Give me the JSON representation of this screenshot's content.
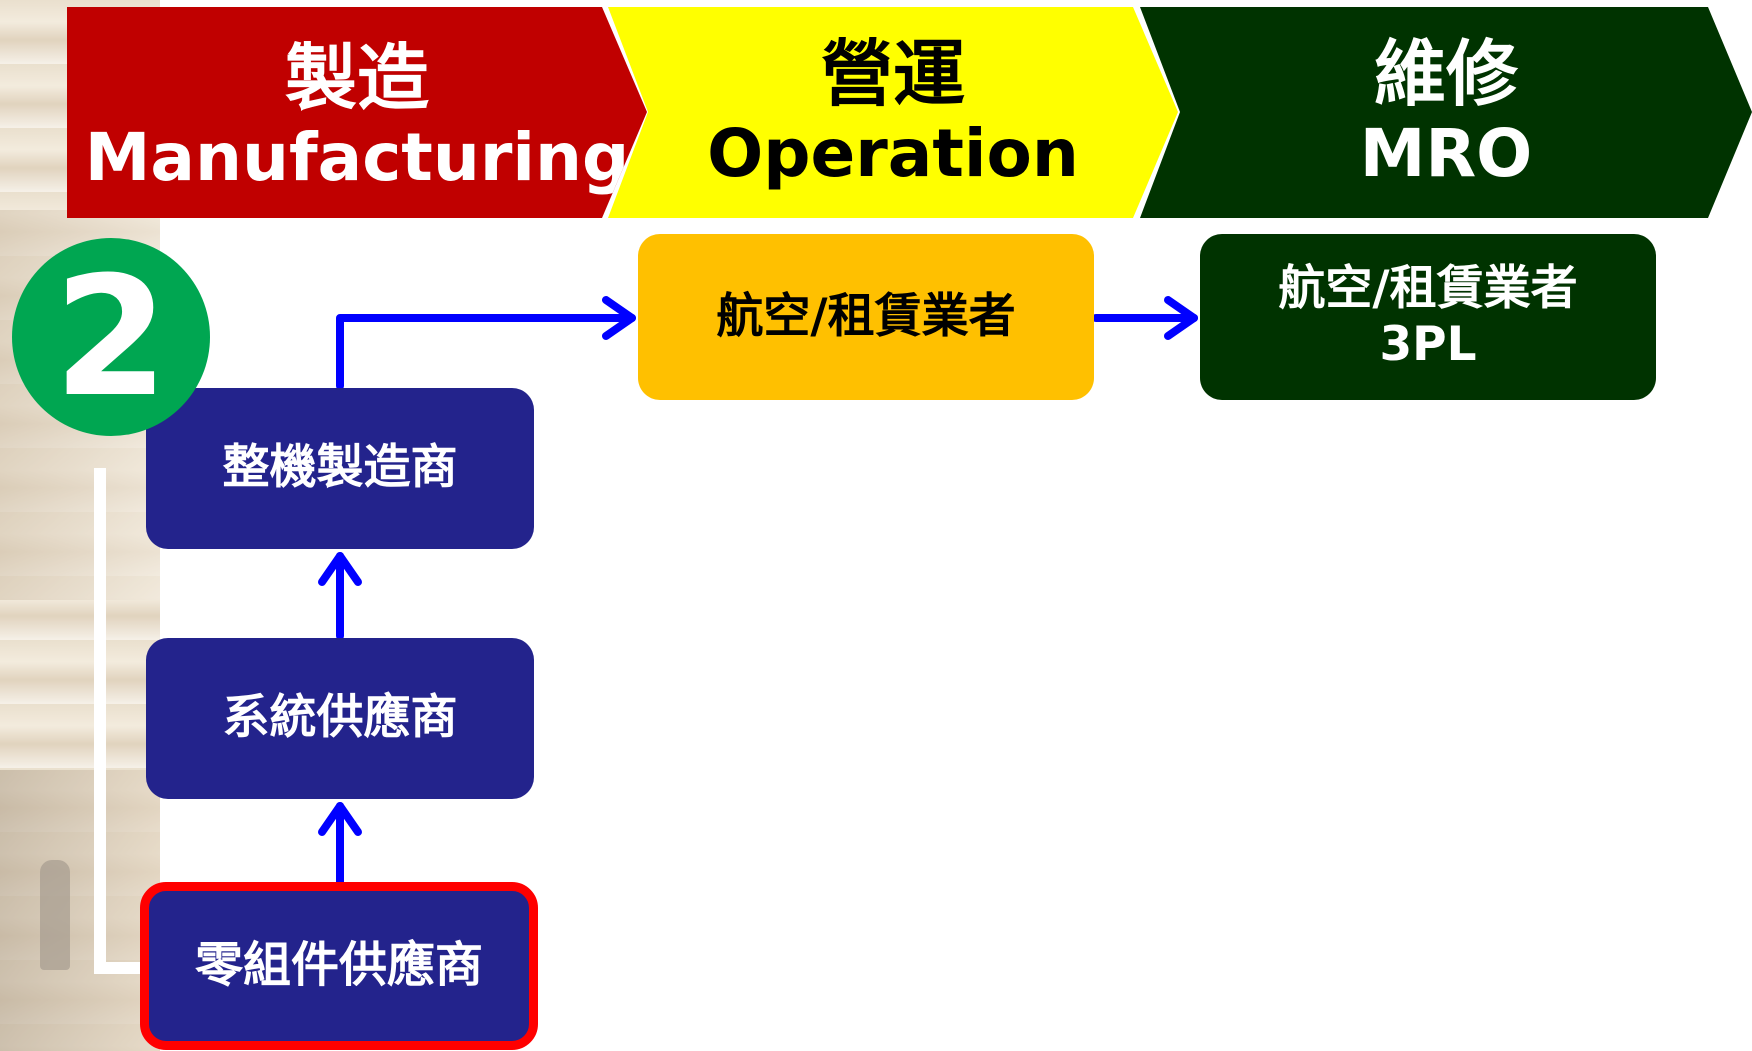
{
  "header": {
    "phases": [
      {
        "zh": "製造",
        "en": "Manufacturing",
        "color": "#c00000"
      },
      {
        "zh": "營運",
        "en": "Operation",
        "color": "#ffff00"
      },
      {
        "zh": "維修",
        "en": "MRO",
        "color": "#003300"
      }
    ]
  },
  "badge": {
    "number": "2",
    "color": "#00a651"
  },
  "nodes": {
    "oem": "整機製造商",
    "system_supplier": "系統供應商",
    "parts_supplier": "零組件供應商",
    "operator": "航空/租賃業者",
    "mro_line1": "航空/租賃業者",
    "mro_line2": "3PL"
  },
  "colors": {
    "arrow": "#0000ff",
    "navy_box": "#23238c",
    "operator_box": "#ffc000",
    "highlight_border": "#ff0000"
  }
}
